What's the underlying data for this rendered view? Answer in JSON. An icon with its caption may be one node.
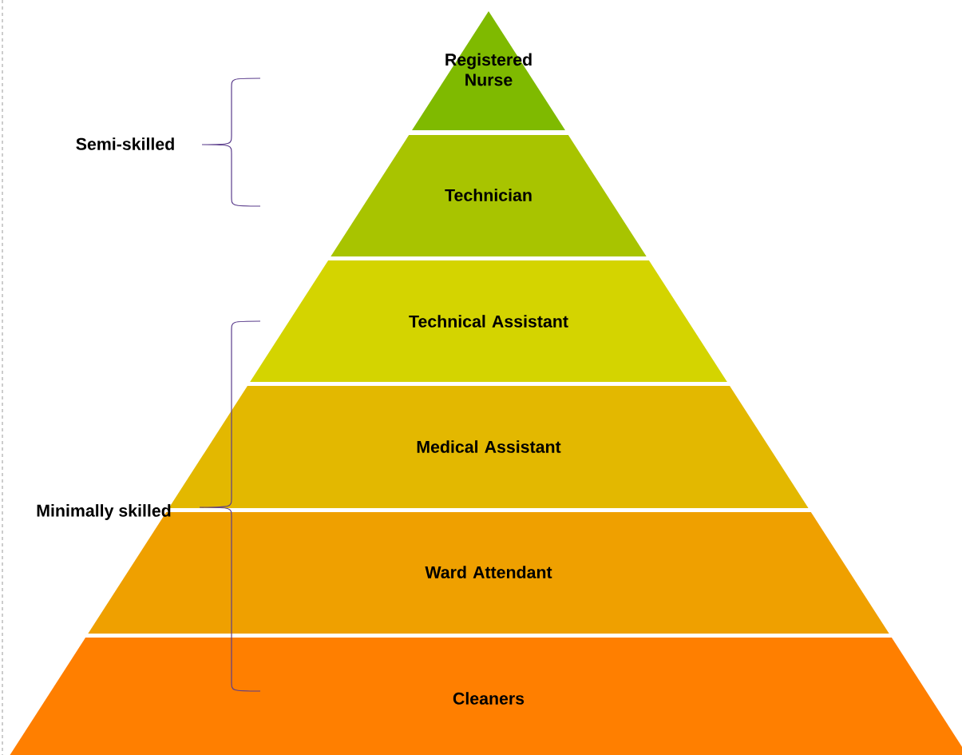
{
  "diagram": {
    "nodes": [
      {
        "text": [
          "Registered Nurse"
        ]
      },
      {
        "text": [
          "Technician"
        ]
      },
      {
        "text": [
          "Technical Assistant"
        ]
      },
      {
        "text": [
          "Medical Assistant"
        ]
      },
      {
        "text": [
          "Ward Attendant"
        ]
      },
      {
        "text": [
          "Cleaners"
        ]
      }
    ],
    "labels": [
      "Semi-skilled",
      "Minimally skilled"
    ]
  }
}
